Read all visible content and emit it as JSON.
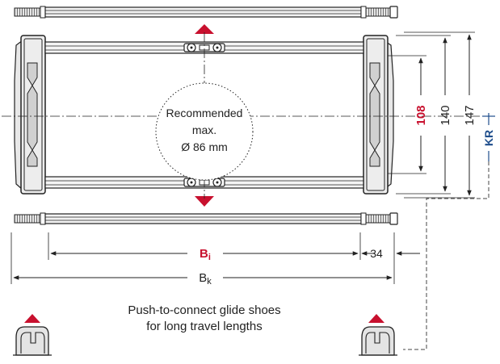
{
  "dimensions": {
    "inner_height": "108",
    "outer_height_1": "140",
    "outer_height_2": "147",
    "bend_radius": "KR",
    "inner_width": "B",
    "inner_width_sub": "i",
    "outer_width": "B",
    "outer_width_sub": "k",
    "side_offset": "34"
  },
  "circle_label": {
    "line1": "Recommended",
    "line2": "max.",
    "line3": "Ø 86 mm"
  },
  "caption": {
    "line1": "Push-to-connect glide shoes",
    "line2": "for long travel lengths"
  },
  "colors": {
    "accent_red": "#c8102e",
    "accent_blue": "#1f4e8c",
    "line": "#222222",
    "frame_gray": "#d8d8d8"
  }
}
